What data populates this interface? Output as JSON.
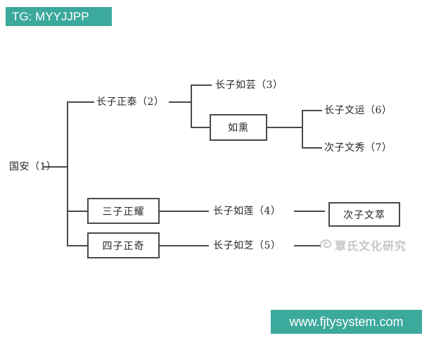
{
  "banners": {
    "telegram": "TG: MYYJJPP",
    "website": "www.fjtysystem.com"
  },
  "colors": {
    "banner_bg": "#3BA99C",
    "line": "#4a4a4a",
    "text": "#262626",
    "watermark": "#c6c6c6"
  },
  "tree": {
    "root": {
      "label": "国安（1）"
    },
    "son1": {
      "label": "长子正泰（2）"
    },
    "son1_child1": {
      "label": "长子如芸（3）"
    },
    "son1_child2": {
      "label": "如熏",
      "boxed": true
    },
    "son1_grandchild1": {
      "label": "长子文运（6）"
    },
    "son1_grandchild2": {
      "label": "次子文秀（7）"
    },
    "son3": {
      "label": "三子正耀",
      "boxed": true
    },
    "son3_child1": {
      "label": "长子如莲（4）"
    },
    "son3_grandchild1": {
      "label": "次子文萃",
      "boxed": true
    },
    "son4": {
      "label": "四子正奇",
      "boxed": true
    },
    "son4_child1": {
      "label": "长子如芝（5）"
    }
  },
  "watermark": {
    "label": "覃氏文化研究",
    "icon": "phoenix-logo"
  }
}
